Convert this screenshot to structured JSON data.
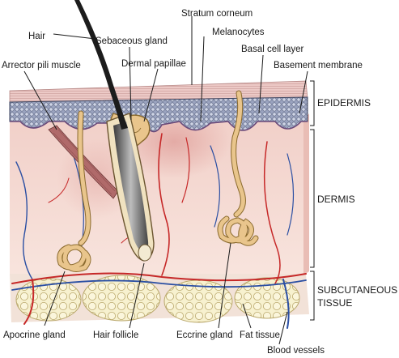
{
  "diagram": {
    "labels": {
      "hair": "Hair",
      "stratum_corneum": "Stratum corneum",
      "sebaceous_gland": "Sebaceous gland",
      "melanocytes": "Melanocytes",
      "arrector_pili_muscle": "Arrector pili muscle",
      "dermal_papillae": "Dermal papillae",
      "basal_cell_layer": "Basal cell layer",
      "basement_membrane": "Basement membrane",
      "apocrine_gland": "Apocrine gland",
      "hair_follicle": "Hair follicle",
      "eccrine_gland": "Eccrine gland",
      "fat_tissue": "Fat tissue",
      "blood_vessels": "Blood vessels"
    },
    "layers": {
      "epidermis": "EPIDERMIS",
      "dermis": "DERMIS",
      "subcutaneous_line1": "SUBCUTANEOUS",
      "subcutaneous_line2": "TISSUE"
    },
    "colors": {
      "dermis": "#f3d6cf",
      "epidermis": "#8e98b6",
      "stratum": "#e7c2bf",
      "gland": "#e9c58c",
      "fat": "#f5efc8",
      "artery": "#c62828",
      "vein": "#2b4fa3",
      "follicle": "#2a2a2a"
    }
  }
}
